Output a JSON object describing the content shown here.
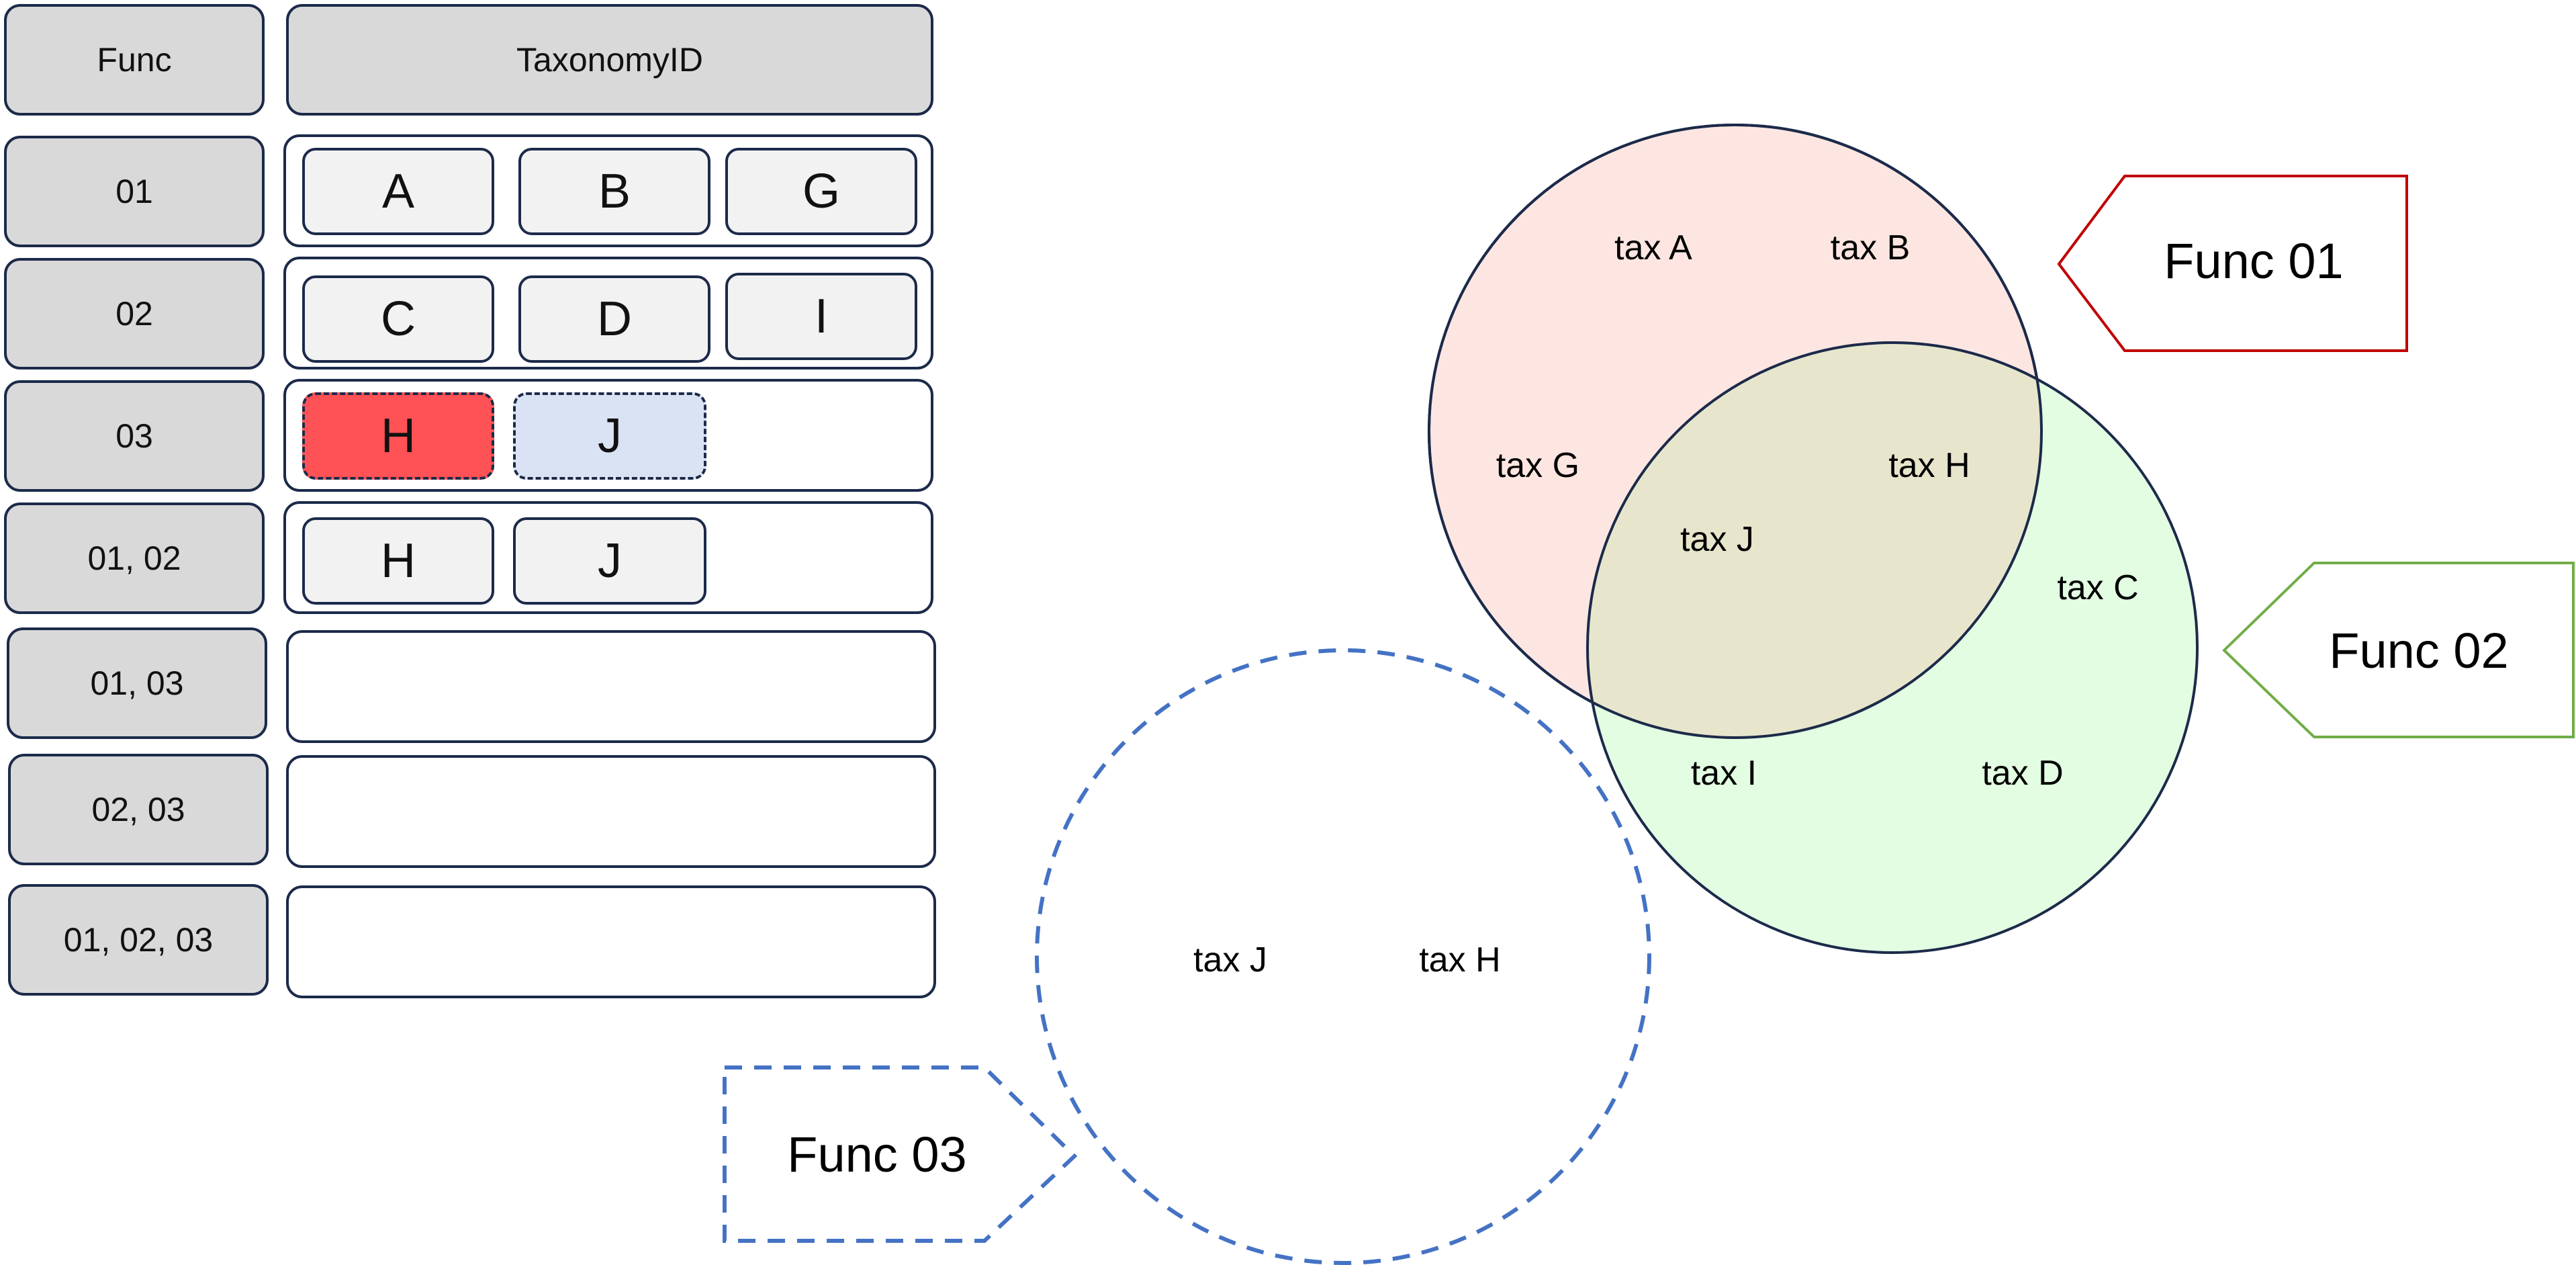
{
  "table": {
    "header": {
      "func": "Func",
      "taxonomy": "TaxonomyID"
    },
    "rows": [
      {
        "func": "01",
        "tiles": [
          {
            "label": "A",
            "style": "normal"
          },
          {
            "label": "B",
            "style": "normal"
          },
          {
            "label": "G",
            "style": "normal"
          }
        ]
      },
      {
        "func": "02",
        "tiles": [
          {
            "label": "C",
            "style": "normal"
          },
          {
            "label": "D",
            "style": "normal"
          },
          {
            "label": "I",
            "style": "normal"
          }
        ]
      },
      {
        "func": "03",
        "tiles": [
          {
            "label": "H",
            "style": "dashed-red"
          },
          {
            "label": "J",
            "style": "dashed-blue"
          }
        ]
      },
      {
        "func": "01, 02",
        "tiles": [
          {
            "label": "H",
            "style": "normal"
          },
          {
            "label": "J",
            "style": "normal"
          }
        ]
      },
      {
        "func": "01, 03",
        "tiles": []
      },
      {
        "func": "02, 03",
        "tiles": []
      },
      {
        "func": "01, 02, 03",
        "tiles": []
      }
    ]
  },
  "venn": {
    "func01": {
      "label": "Func 01",
      "fill": "#fde6e1",
      "arrow_color": "#c00000",
      "members": [
        "tax A",
        "tax B",
        "tax G"
      ]
    },
    "func02": {
      "label": "Func 02",
      "fill": "#e2fde2",
      "arrow_color": "#70ad47",
      "members": [
        "tax C",
        "tax I",
        "tax D"
      ]
    },
    "overlap_fill": "#e7e6cd",
    "overlap_members": [
      "tax J",
      "tax H"
    ],
    "func03": {
      "label": "Func 03",
      "stroke": "#4472c4",
      "members": [
        "tax J",
        "tax H"
      ]
    },
    "circle_stroke": "#1c2a4a"
  },
  "colors": {
    "tile_red": "#ff5256",
    "tile_blue": "#dae3f3",
    "header_gray": "#d9d9d9",
    "tile_gray": "#f2f2f2"
  }
}
